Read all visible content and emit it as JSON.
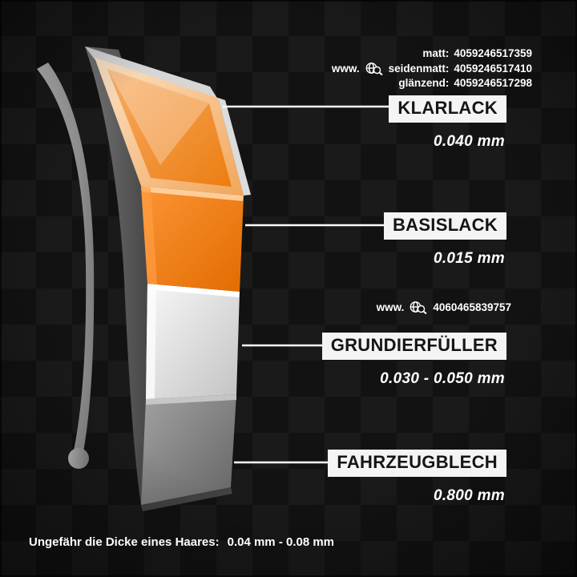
{
  "header": {
    "rows": [
      {
        "prefix": "",
        "label": "matt:",
        "value": "4059246517359"
      },
      {
        "prefix": "www.",
        "label": "seidenmatt:",
        "value": "4059246517410"
      },
      {
        "prefix": "",
        "label": "glänzend:",
        "value": "4059246517298"
      }
    ]
  },
  "mid_ean": {
    "prefix": "www.",
    "value": "4060465839757"
  },
  "layers": [
    {
      "name": "KLARLACK",
      "thickness": "0.040 mm"
    },
    {
      "name": "BASISLACK",
      "thickness": "0.015 mm"
    },
    {
      "name": "GRUNDIERFÜLLER",
      "thickness": "0.030 - 0.050 mm"
    },
    {
      "name": "FAHRZEUGBLECH",
      "thickness": "0.800 mm"
    }
  ],
  "footer": {
    "label": "Ungefähr die Dicke eines Haares:",
    "value": "0.04 mm - 0.08 mm"
  },
  "icons": {
    "globe_search": "globe-search-icon"
  },
  "colors": {
    "accent_orange": "#f07c1a",
    "label_background": "#f4f4f4",
    "label_text": "#151515",
    "text_white": "#ffffff",
    "background": "#141414"
  }
}
